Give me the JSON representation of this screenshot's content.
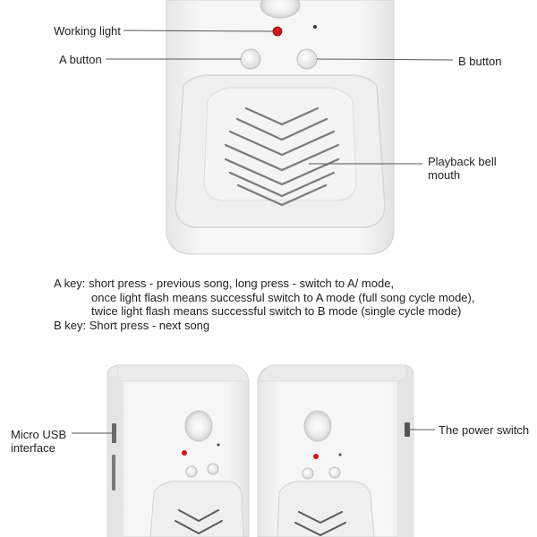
{
  "callouts": {
    "working_light": "Working light",
    "a_button": "A button",
    "b_button": "B button",
    "playback_line1": "Playback bell",
    "playback_line2": "mouth",
    "micro_usb_line1": "Micro USB",
    "micro_usb_line2": "interface",
    "power_switch": "The power switch"
  },
  "instructions": {
    "a_key_1": "A key: short press - previous song, long press - switch to A/ mode,",
    "a_key_2": "once light flash means successful switch to A mode (full song cycle mode),",
    "a_key_3": "twice light flash means successful switch to B mode (single cycle mode)",
    "b_key": "B key: Short press - next song"
  },
  "colors": {
    "device_body": "#f3f3f3",
    "device_shadow": "#d9d9d9",
    "indicator_light": "#d01818",
    "leader_line": "#555555"
  }
}
